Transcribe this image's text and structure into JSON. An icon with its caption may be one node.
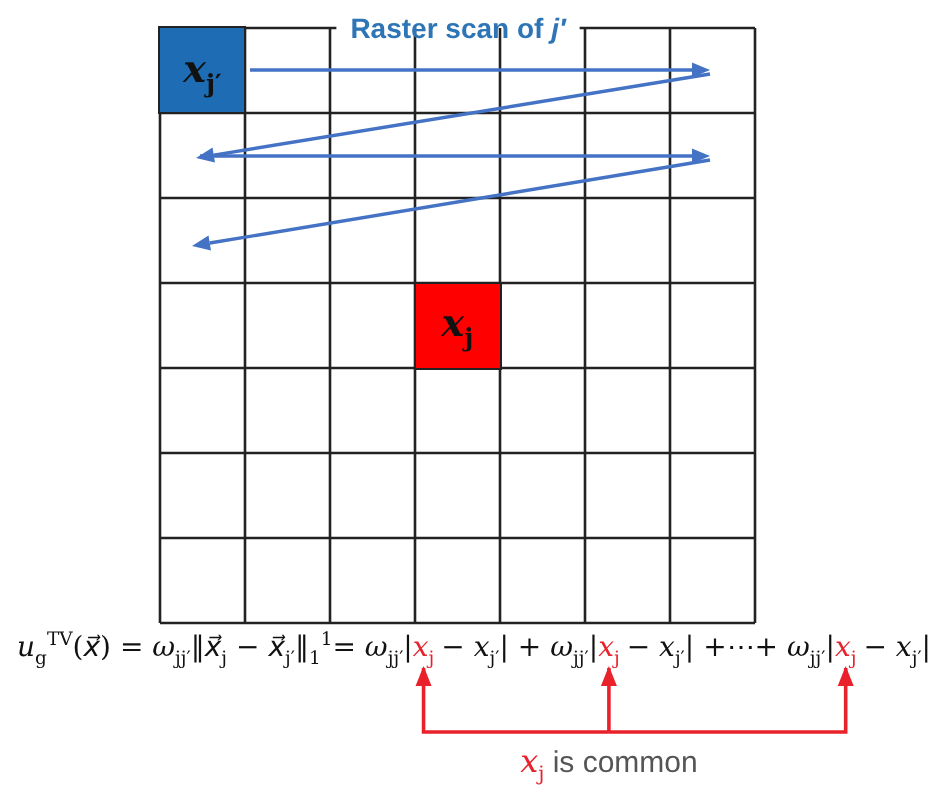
{
  "diagram": {
    "title": "Raster scan of *j′*",
    "nodes": [
      {
        "text": [
          "*x*$_{j′}$"
        ]
      },
      {
        "text": [
          "*x*$_{j}$"
        ]
      },
      {
        "text": [
          "*x*$_{j}$"
        ]
      },
      {
        "text": [
          "*x*$_{j}$"
        ]
      },
      {
        "text": [
          "*x*$_{j}$"
        ]
      },
      {
        "text": [
          "*x*$_{j}$ is common"
        ]
      }
    ],
    "edges": [
      {
        "from": 5,
        "to": 2,
        "arrow": "to"
      },
      {
        "from": 5,
        "to": 3,
        "arrow": "to"
      },
      {
        "from": 5,
        "to": 4,
        "arrow": "to"
      }
    ],
    "labels": [
      "*u*$_{g}$$^{TV}$(*x⃗*) = *ω*$_{jj′}$‖*x⃗*$_{j}$ − *x⃗*$_{j′}$‖$_{1}$$^{1}$= *ω*$_{jj′}$|",
      "− *x*$_{j′}$| + *ω*$_{jj′}$|",
      "− *x*$_{j′}$| +⋯+ *ω*$_{jj′}$|",
      "− *x*$_{j′}$|"
    ]
  }
}
